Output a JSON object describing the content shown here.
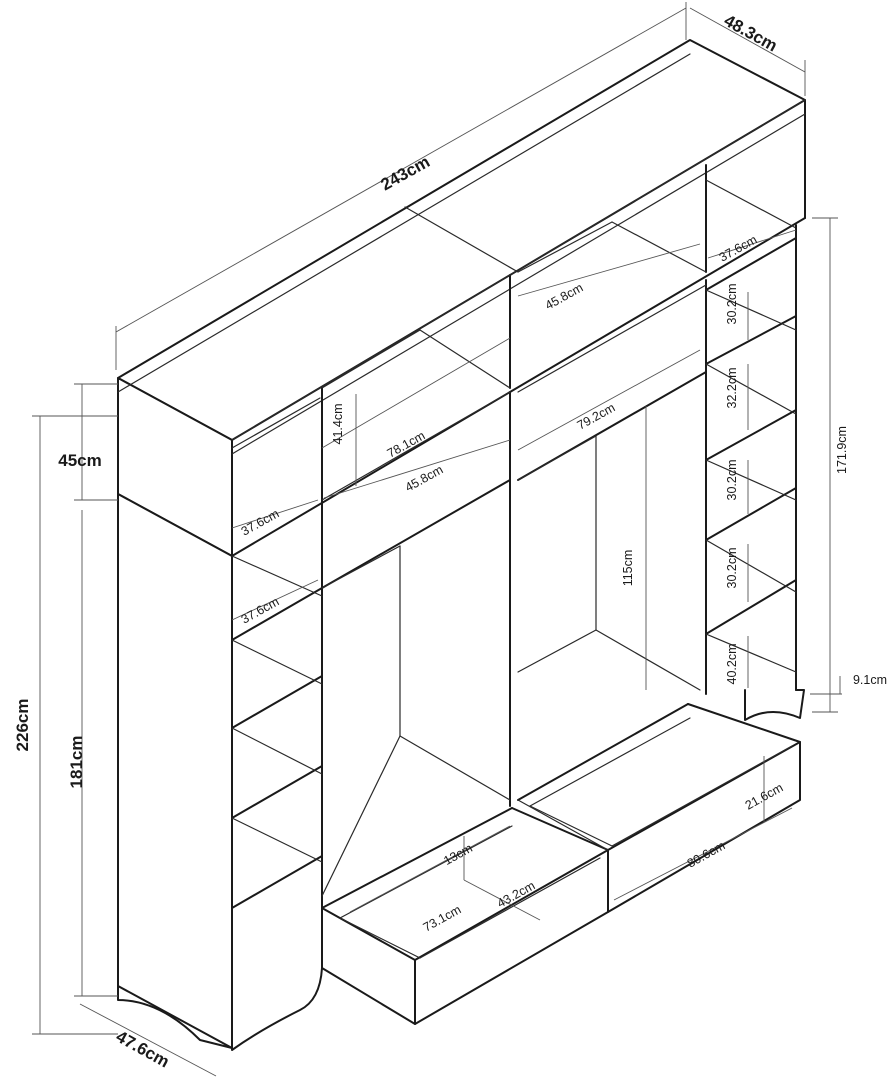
{
  "colors": {
    "line": "#1a1a1a",
    "dimension": "#555555",
    "background": "#ffffff"
  },
  "labels": {
    "total_width": "243cm",
    "depth_top": "48.3cm",
    "total_height": "226cm",
    "top_unit_height": "45cm",
    "base_unit_height": "181cm",
    "depth_bottom": "47.6cm",
    "right_column_height": "171.9cm",
    "plinth_height": "9.1cm",
    "top_mid_height": "41.4cm",
    "top_left_width": "78.1cm",
    "top_left_depth": "45.8cm",
    "top_right_depth": "45.8cm",
    "top_right_width": "79.2cm",
    "top_right_shelf": "37.6cm",
    "top_left_shelf": "37.6cm",
    "left_shelf_depth": "37.6cm",
    "shelf_1": "30.2cm",
    "shelf_2": "32.2cm",
    "shelf_3": "30.2cm",
    "shelf_4": "30.2cm",
    "shelf_5": "40.2cm",
    "hanging_height": "115cm",
    "drawer_left_height": "13cm",
    "drawer_left_inner": "43.2cm",
    "drawer_left_width": "73.1cm",
    "drawer_right_height": "21.6cm",
    "drawer_right_width": "80.6cm"
  }
}
